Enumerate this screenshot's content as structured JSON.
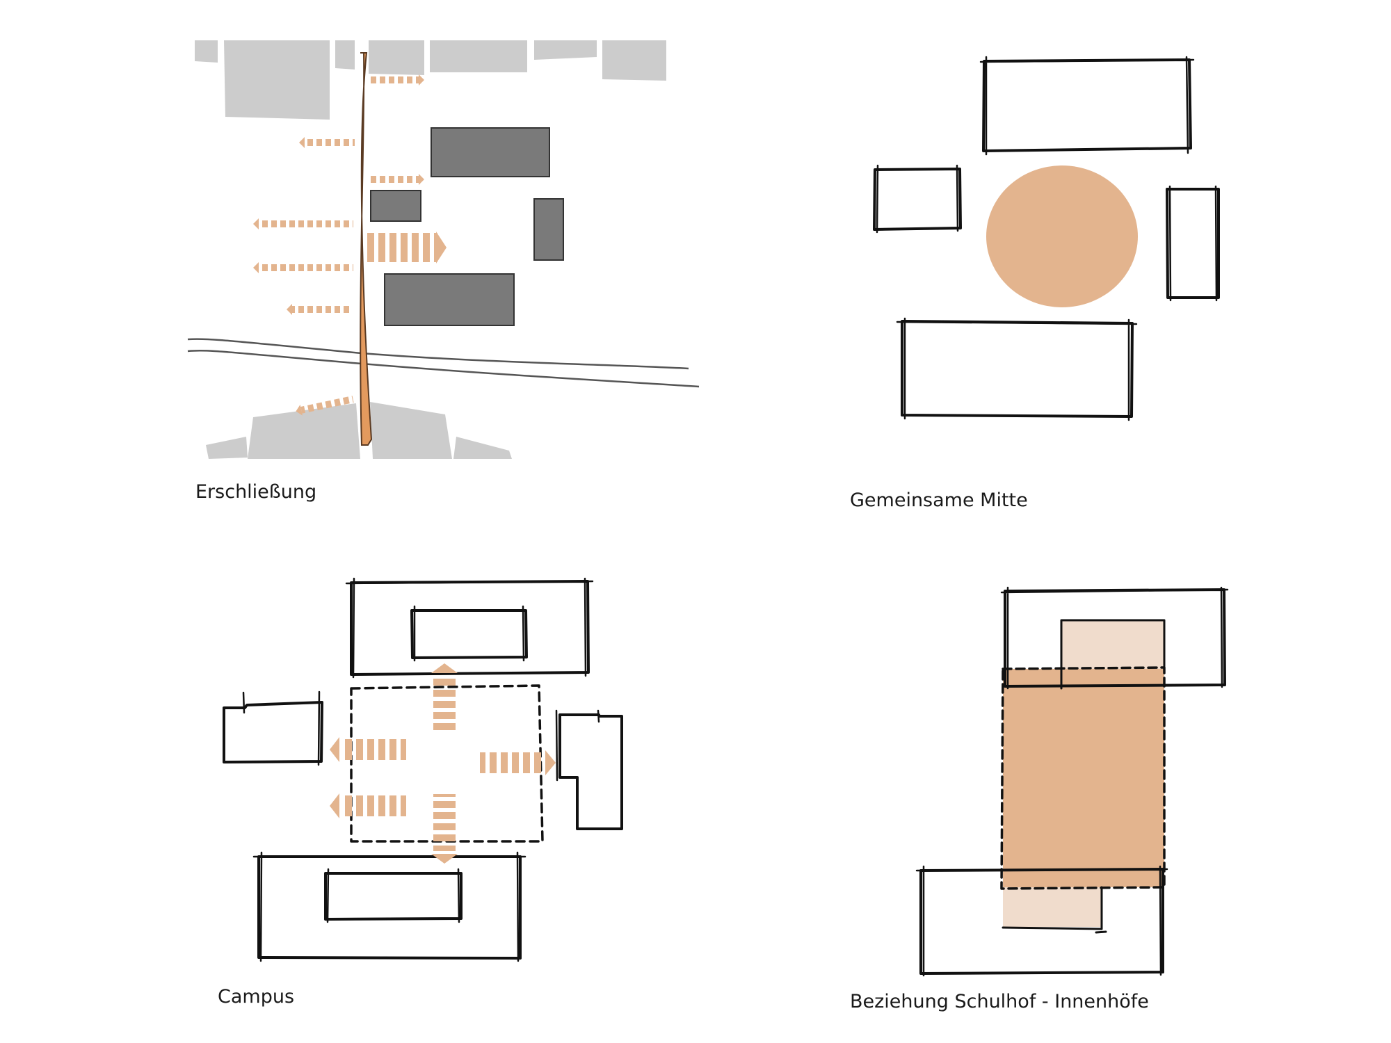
{
  "captions": {
    "erschliessung": "Erschließung",
    "mitte": "Gemeinsame Mitte",
    "campus": "Campus",
    "beziehung": "Beziehung Schulhof - Innenhöfe"
  },
  "colors": {
    "accent": "#e3b48e",
    "accent_light": "#f0dccc",
    "context_building": "#cccccc",
    "dark_building": "#7a7a7a",
    "ink": "#111111",
    "path_orange": "#e39a5e"
  }
}
